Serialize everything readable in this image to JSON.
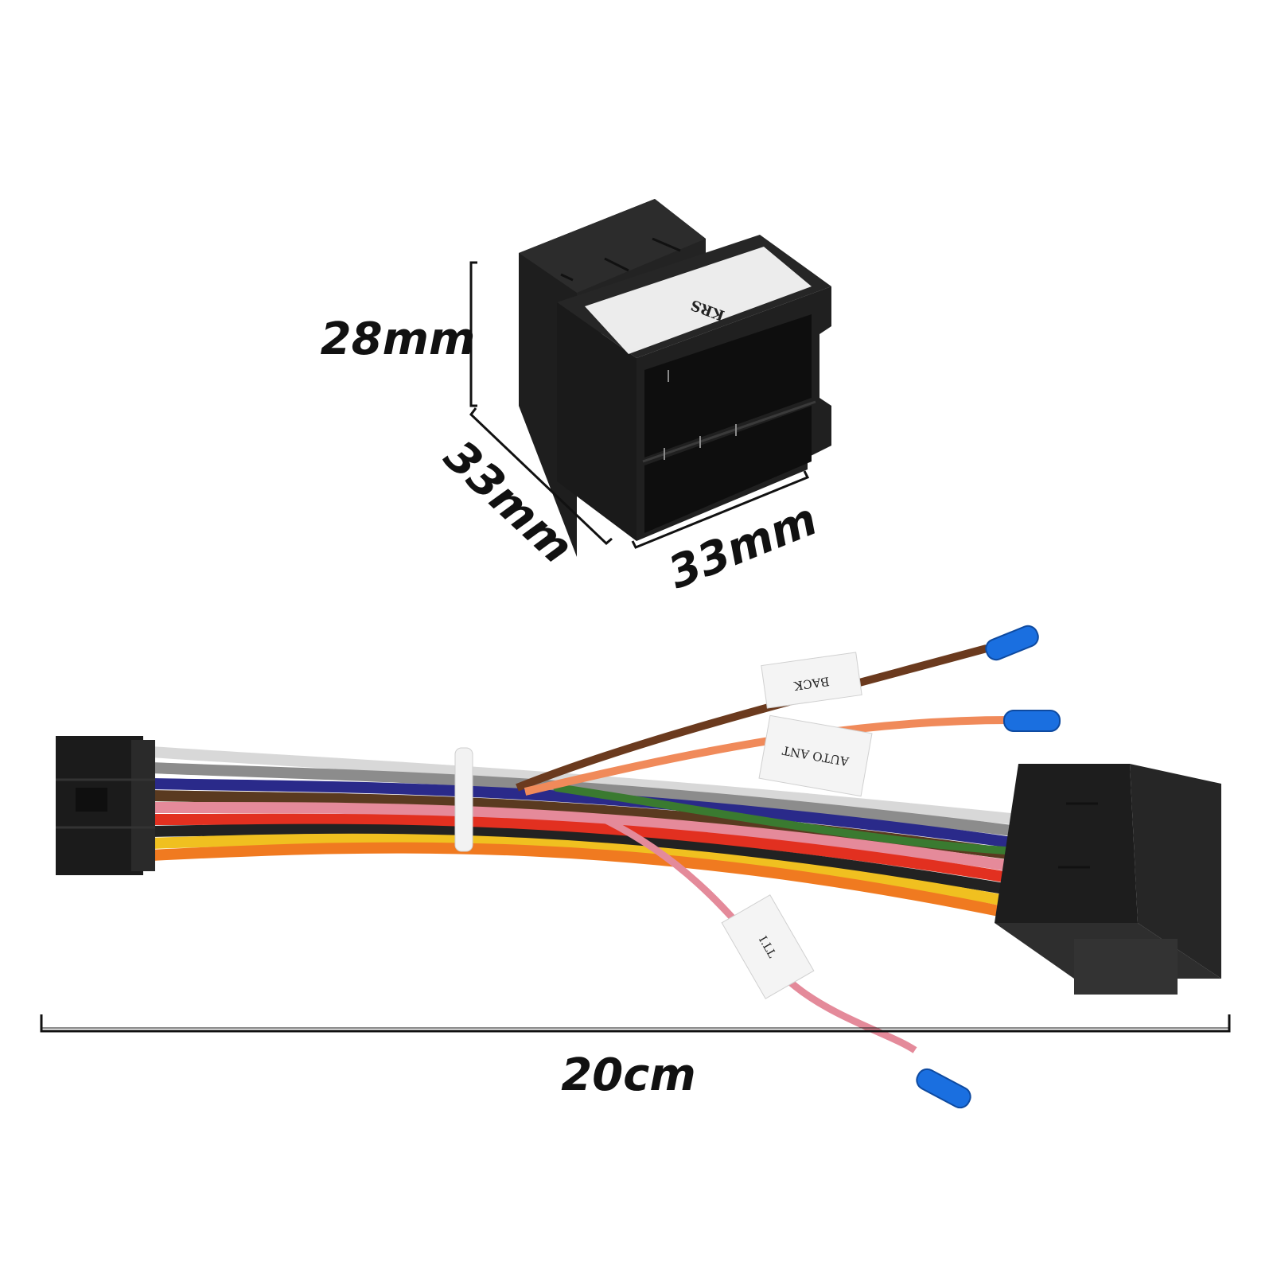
{
  "dimensions": {
    "height": "28mm",
    "depth": "33mm",
    "width": "33mm",
    "cable_length": "20cm"
  },
  "labels": {
    "connector_sticker": "KRS",
    "wire_back": "BACK",
    "wire_antenna": "AUTO ANT",
    "wire_illumination": "I.LL"
  },
  "colors": {
    "connector_body": "#1b1b1b",
    "sticker": "#ececec",
    "wire_cap": "#1a6fe0"
  }
}
